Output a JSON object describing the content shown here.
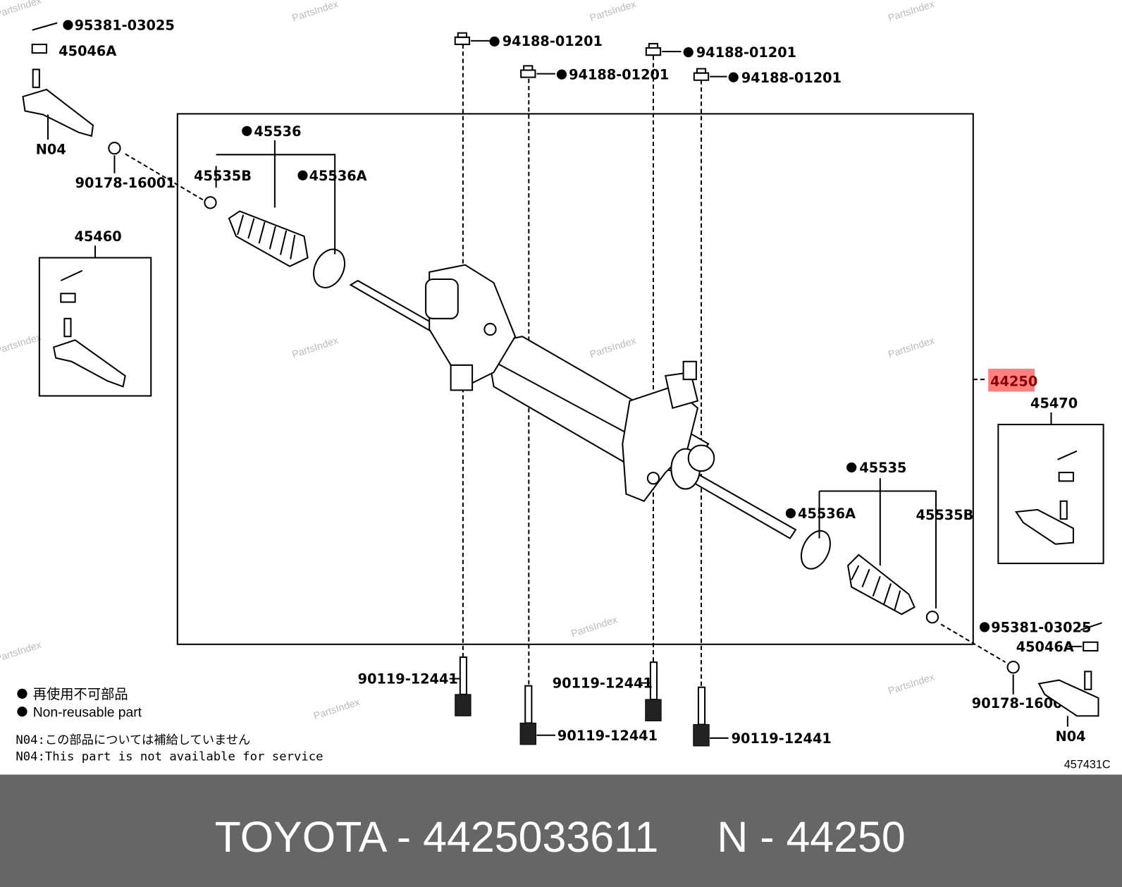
{
  "watermark": "PartsIndex",
  "main_assembly": {
    "part_no": "44250",
    "highlight_color": "#ff8080",
    "text_color": "#8b0000"
  },
  "callouts": {
    "cotter_pin_left": "95381-03025",
    "nut_left": "45046A",
    "tie_rod_end_left_note": "N04",
    "washer_left": "90178-16001",
    "tie_rod_end_kit_left": "45460",
    "boot_set_left": "45536",
    "clip_left": "45535B",
    "clamp_left": "45536A",
    "nut_top_1": "94188-01201",
    "nut_top_2": "94188-01201",
    "nut_top_3": "94188-01201",
    "nut_top_4": "94188-01201",
    "tie_rod_end_kit_right": "45470",
    "boot_set_right": "45535",
    "clamp_right": "45536A",
    "clip_right": "45535B",
    "cotter_pin_right": "95381-03025",
    "nut_right": "45046A",
    "washer_right": "90178-16001",
    "tie_rod_end_right_note": "N04",
    "bolt_1": "90119-12441",
    "bolt_2": "90119-12441",
    "bolt_3": "90119-12441",
    "bolt_4": "90119-12441"
  },
  "legend": {
    "jp": "再使用不可部品",
    "en": "Non-reusable part",
    "note_jp": "N04:この部品については補給していません",
    "note_en": "N04:This part is not available for service"
  },
  "diagram_id": "457431C",
  "banner": {
    "left": "TOYOTA - 4425033611",
    "right": "N - 44250",
    "bg_color": "#666666"
  }
}
